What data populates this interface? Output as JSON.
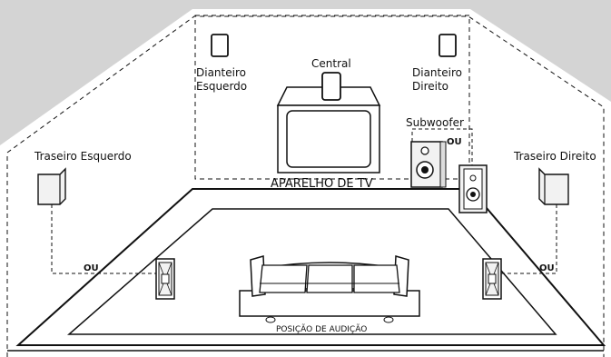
{
  "labels": {
    "front_left_line1": "Dianteiro",
    "front_left_line2": "Esquerdo",
    "center": "Central",
    "front_right_line1": "Dianteiro",
    "front_right_line2": "Direito",
    "subwoofer": "Subwoofer",
    "tv": "APARELHO DE TV",
    "rear_left": "Traseiro Esquerdo",
    "rear_right": "Traseiro Direito",
    "listening_position": "POSIÇÃO DE AUDIÇÃO",
    "or_sub": "OU",
    "or_left": "OU",
    "or_right": "OU"
  },
  "colors": {
    "background": "#d4d4d4",
    "room": "#ffffff",
    "line": "#111111",
    "speaker_shade": "#f2f2f2"
  }
}
